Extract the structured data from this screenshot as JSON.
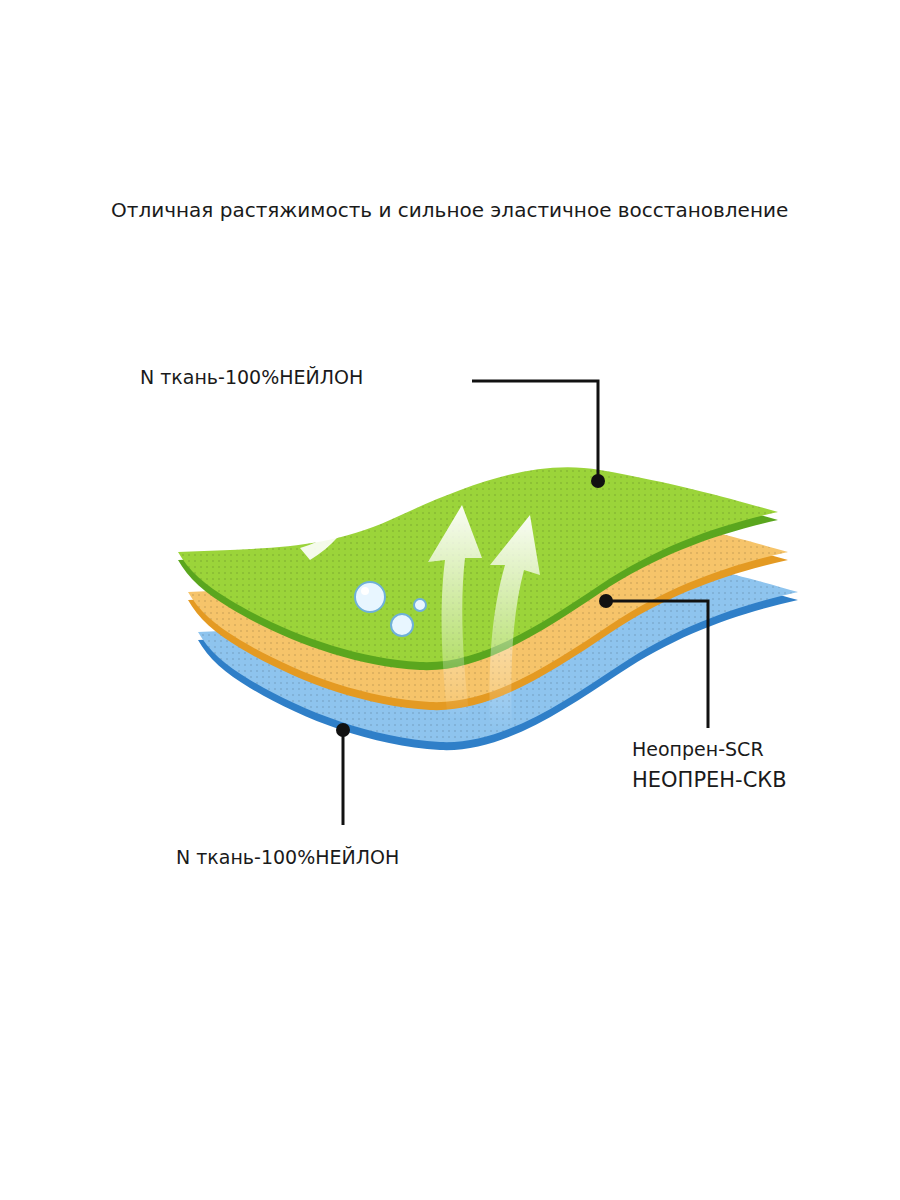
{
  "diagram": {
    "title": "Отличная растяжимость и сильное эластичное восстановление",
    "labels": [
      "N ткань-100%НЕЙЛОН",
      "Неопрен-SCR",
      "НЕОПРЕН-СКВ",
      "N ткань-100%НЕЙЛОН"
    ]
  }
}
